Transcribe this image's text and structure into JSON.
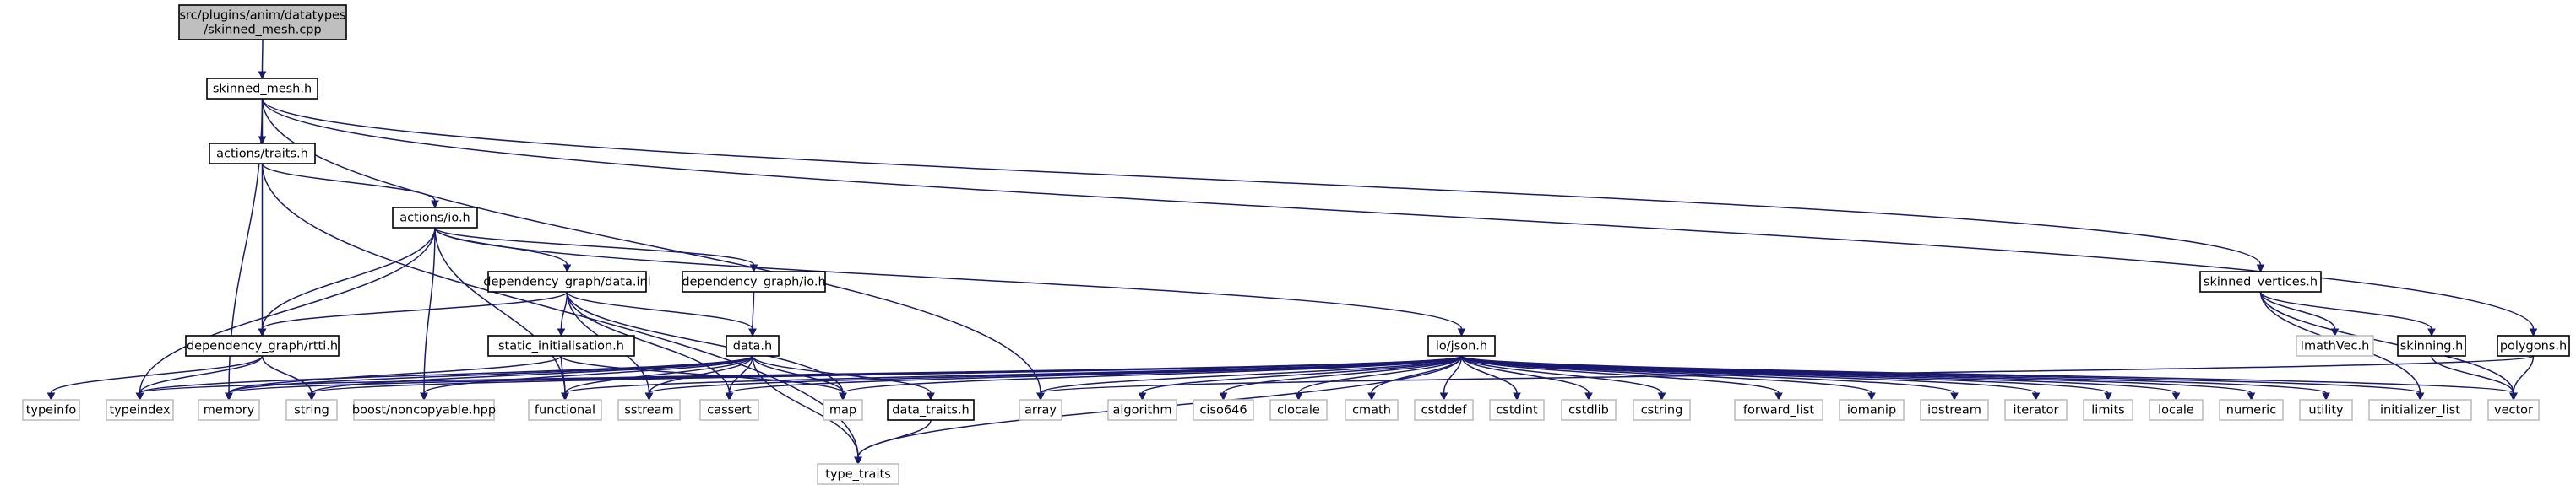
{
  "diagram": {
    "colors": {
      "edge": "#191970",
      "node_border": "#000000",
      "external_border": "#bfbfbf",
      "root_fill": "#bfbfbf"
    },
    "nodes": [
      {
        "id": "root",
        "lines": [
          "src/plugins/anim/datatypes",
          "/skinned_mesh.cpp"
        ],
        "kind": "root"
      },
      {
        "id": "skinned_mesh_h",
        "lines": [
          "skinned_mesh.h"
        ],
        "kind": "internal"
      },
      {
        "id": "actions_traits_h",
        "lines": [
          "actions/traits.h"
        ],
        "kind": "internal"
      },
      {
        "id": "actions_io_h",
        "lines": [
          "actions/io.h"
        ],
        "kind": "internal"
      },
      {
        "id": "dg_data_inl",
        "lines": [
          "dependency_graph/data.inl"
        ],
        "kind": "internal"
      },
      {
        "id": "dg_io_h",
        "lines": [
          "dependency_graph/io.h"
        ],
        "kind": "internal"
      },
      {
        "id": "dg_rtti_h",
        "lines": [
          "dependency_graph/rtti.h"
        ],
        "kind": "internal"
      },
      {
        "id": "static_init_h",
        "lines": [
          "static_initialisation.h"
        ],
        "kind": "internal"
      },
      {
        "id": "data_h",
        "lines": [
          "data.h"
        ],
        "kind": "internal"
      },
      {
        "id": "io_json_h",
        "lines": [
          "io/json.h"
        ],
        "kind": "internal"
      },
      {
        "id": "data_traits_h",
        "lines": [
          "data_traits.h"
        ],
        "kind": "internal"
      },
      {
        "id": "skinned_vertices_h",
        "lines": [
          "skinned_vertices.h"
        ],
        "kind": "internal"
      },
      {
        "id": "skinning_h",
        "lines": [
          "skinning.h"
        ],
        "kind": "internal"
      },
      {
        "id": "polygons_h",
        "lines": [
          "polygons.h"
        ],
        "kind": "internal"
      },
      {
        "id": "ImathVec_h",
        "lines": [
          "ImathVec.h"
        ],
        "kind": "external"
      },
      {
        "id": "typeinfo",
        "lines": [
          "typeinfo"
        ],
        "kind": "external"
      },
      {
        "id": "typeindex",
        "lines": [
          "typeindex"
        ],
        "kind": "external"
      },
      {
        "id": "memory",
        "lines": [
          "memory"
        ],
        "kind": "external"
      },
      {
        "id": "string",
        "lines": [
          "string"
        ],
        "kind": "external"
      },
      {
        "id": "boost_noncopyable",
        "lines": [
          "boost/noncopyable.hpp"
        ],
        "kind": "external"
      },
      {
        "id": "functional",
        "lines": [
          "functional"
        ],
        "kind": "external"
      },
      {
        "id": "sstream",
        "lines": [
          "sstream"
        ],
        "kind": "external"
      },
      {
        "id": "cassert",
        "lines": [
          "cassert"
        ],
        "kind": "external"
      },
      {
        "id": "map",
        "lines": [
          "map"
        ],
        "kind": "external"
      },
      {
        "id": "array",
        "lines": [
          "array"
        ],
        "kind": "external"
      },
      {
        "id": "algorithm",
        "lines": [
          "algorithm"
        ],
        "kind": "external"
      },
      {
        "id": "ciso646",
        "lines": [
          "ciso646"
        ],
        "kind": "external"
      },
      {
        "id": "clocale",
        "lines": [
          "clocale"
        ],
        "kind": "external"
      },
      {
        "id": "cmath",
        "lines": [
          "cmath"
        ],
        "kind": "external"
      },
      {
        "id": "cstddef",
        "lines": [
          "cstddef"
        ],
        "kind": "external"
      },
      {
        "id": "cstdint",
        "lines": [
          "cstdint"
        ],
        "kind": "external"
      },
      {
        "id": "cstdlib",
        "lines": [
          "cstdlib"
        ],
        "kind": "external"
      },
      {
        "id": "cstring",
        "lines": [
          "cstring"
        ],
        "kind": "external"
      },
      {
        "id": "forward_list",
        "lines": [
          "forward_list"
        ],
        "kind": "external"
      },
      {
        "id": "iomanip",
        "lines": [
          "iomanip"
        ],
        "kind": "external"
      },
      {
        "id": "iostream",
        "lines": [
          "iostream"
        ],
        "kind": "external"
      },
      {
        "id": "iterator",
        "lines": [
          "iterator"
        ],
        "kind": "external"
      },
      {
        "id": "limits",
        "lines": [
          "limits"
        ],
        "kind": "external"
      },
      {
        "id": "locale",
        "lines": [
          "locale"
        ],
        "kind": "external"
      },
      {
        "id": "numeric",
        "lines": [
          "numeric"
        ],
        "kind": "external"
      },
      {
        "id": "utility",
        "lines": [
          "utility"
        ],
        "kind": "external"
      },
      {
        "id": "initializer_list",
        "lines": [
          "initializer_list"
        ],
        "kind": "external"
      },
      {
        "id": "vector",
        "lines": [
          "vector"
        ],
        "kind": "external"
      },
      {
        "id": "type_traits",
        "lines": [
          "type_traits"
        ],
        "kind": "external"
      }
    ],
    "edges": [
      [
        "root",
        "skinned_mesh_h"
      ],
      [
        "skinned_mesh_h",
        "actions_traits_h"
      ],
      [
        "skinned_mesh_h",
        "memory"
      ],
      [
        "skinned_mesh_h",
        "array"
      ],
      [
        "skinned_mesh_h",
        "skinned_vertices_h"
      ],
      [
        "skinned_mesh_h",
        "polygons_h"
      ],
      [
        "actions_traits_h",
        "actions_io_h"
      ],
      [
        "actions_traits_h",
        "dg_rtti_h"
      ],
      [
        "actions_traits_h",
        "type_traits"
      ],
      [
        "actions_io_h",
        "dg_data_inl"
      ],
      [
        "actions_io_h",
        "dg_io_h"
      ],
      [
        "actions_io_h",
        "io_json_h"
      ],
      [
        "actions_io_h",
        "dg_rtti_h"
      ],
      [
        "actions_io_h",
        "typeindex"
      ],
      [
        "actions_io_h",
        "boost_noncopyable"
      ],
      [
        "actions_io_h",
        "functional"
      ],
      [
        "dg_data_inl",
        "dg_rtti_h"
      ],
      [
        "dg_data_inl",
        "static_init_h"
      ],
      [
        "dg_data_inl",
        "data_h"
      ],
      [
        "dg_data_inl",
        "sstream"
      ],
      [
        "dg_data_inl",
        "cassert"
      ],
      [
        "dg_data_inl",
        "map"
      ],
      [
        "dg_io_h",
        "data_h"
      ],
      [
        "dg_rtti_h",
        "typeinfo"
      ],
      [
        "dg_rtti_h",
        "typeindex"
      ],
      [
        "dg_rtti_h",
        "string"
      ],
      [
        "static_init_h",
        "functional"
      ],
      [
        "static_init_h",
        "map"
      ],
      [
        "static_init_h",
        "memory"
      ],
      [
        "data_h",
        "memory"
      ],
      [
        "data_h",
        "string"
      ],
      [
        "data_h",
        "boost_noncopyable"
      ],
      [
        "data_h",
        "functional"
      ],
      [
        "data_h",
        "sstream"
      ],
      [
        "data_h",
        "cassert"
      ],
      [
        "data_h",
        "map"
      ],
      [
        "data_h",
        "data_traits_h"
      ],
      [
        "data_h",
        "type_traits"
      ],
      [
        "data_h",
        "typeindex"
      ],
      [
        "data_traits_h",
        "type_traits"
      ],
      [
        "io_json_h",
        "typeindex"
      ],
      [
        "io_json_h",
        "memory"
      ],
      [
        "io_json_h",
        "string"
      ],
      [
        "io_json_h",
        "functional"
      ],
      [
        "io_json_h",
        "sstream"
      ],
      [
        "io_json_h",
        "cassert"
      ],
      [
        "io_json_h",
        "map"
      ],
      [
        "io_json_h",
        "array"
      ],
      [
        "io_json_h",
        "algorithm"
      ],
      [
        "io_json_h",
        "ciso646"
      ],
      [
        "io_json_h",
        "clocale"
      ],
      [
        "io_json_h",
        "cmath"
      ],
      [
        "io_json_h",
        "cstddef"
      ],
      [
        "io_json_h",
        "cstdint"
      ],
      [
        "io_json_h",
        "cstdlib"
      ],
      [
        "io_json_h",
        "cstring"
      ],
      [
        "io_json_h",
        "forward_list"
      ],
      [
        "io_json_h",
        "iomanip"
      ],
      [
        "io_json_h",
        "iostream"
      ],
      [
        "io_json_h",
        "iterator"
      ],
      [
        "io_json_h",
        "limits"
      ],
      [
        "io_json_h",
        "locale"
      ],
      [
        "io_json_h",
        "numeric"
      ],
      [
        "io_json_h",
        "utility"
      ],
      [
        "io_json_h",
        "initializer_list"
      ],
      [
        "io_json_h",
        "vector"
      ],
      [
        "io_json_h",
        "type_traits"
      ],
      [
        "skinned_vertices_h",
        "ImathVec_h"
      ],
      [
        "skinned_vertices_h",
        "skinning_h"
      ],
      [
        "skinned_vertices_h",
        "vector"
      ],
      [
        "skinned_vertices_h",
        "initializer_list"
      ],
      [
        "skinning_h",
        "vector"
      ],
      [
        "polygons_h",
        "vector"
      ],
      [
        "polygons_h",
        "array"
      ]
    ]
  }
}
